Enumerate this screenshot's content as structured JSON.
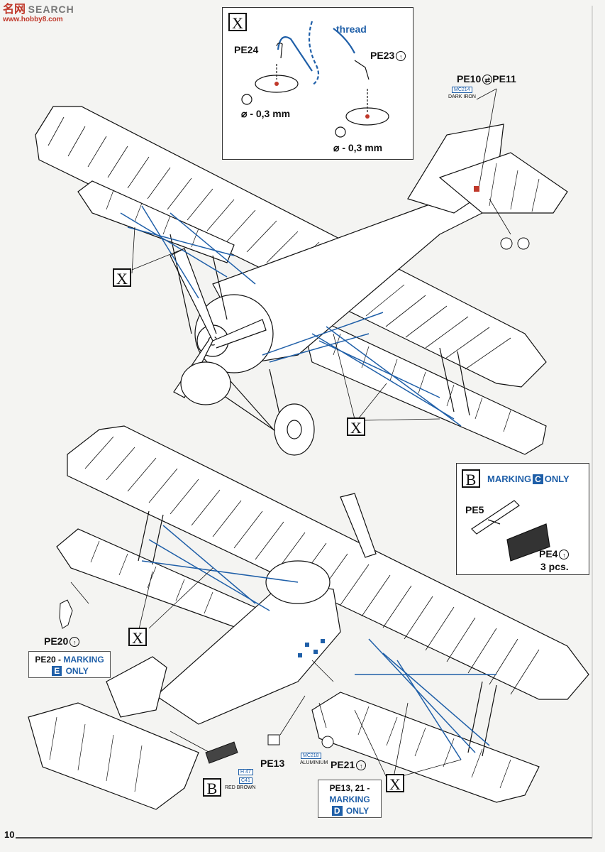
{
  "watermark": {
    "brand": "名",
    "mark": "网",
    "search": "SEARCH",
    "url": "www.hobby8.com"
  },
  "page_number": "10",
  "colors": {
    "rigging_blue": "#1f5fa8",
    "ink": "#111111",
    "paper": "#f4f4f2",
    "accent_red": "#c0392b"
  },
  "callout_x": {
    "letter": "X",
    "thread_label": "thread",
    "pe24_label": "PE24",
    "pe23_label": "PE23",
    "drill_1": "⌀ - 0,3 mm",
    "drill_2": "⌀ - 0,3 mm"
  },
  "top_aircraft": {
    "pe10_label": "PE10",
    "pe11_label": "PE11",
    "paint_code": "MC214",
    "paint_name": "DARK IRON",
    "x_marker_left": "X",
    "x_marker_right": "X"
  },
  "callout_b": {
    "letter": "B",
    "marking_text": "MARKING",
    "marking_letter": "C",
    "only_text": "ONLY",
    "pe5_label": "PE5",
    "pe4_label": "PE4",
    "pe4_qty": "3 pcs."
  },
  "bottom_aircraft": {
    "pe20_label": "PE20",
    "pe20_note_prefix": "PE20 -",
    "pe20_note_marking": "MARKING",
    "pe20_note_letter": "E",
    "pe20_note_only": "ONLY",
    "x_marker_left": "X",
    "x_marker_right": "X",
    "pe13_label": "PE13",
    "pe21_label": "PE21",
    "paint_mc218": "MC218",
    "paint_aluminium": "ALUMINIUM",
    "paint_h47": "H 47",
    "paint_c41": "C41",
    "paint_red_brown": "RED BROWN",
    "b_letter": "B",
    "note_pe13_21_line1": "PE13, 21 -",
    "note_pe13_21_marking": "MARKING",
    "note_pe13_21_letter": "D",
    "note_pe13_21_only": "ONLY"
  }
}
